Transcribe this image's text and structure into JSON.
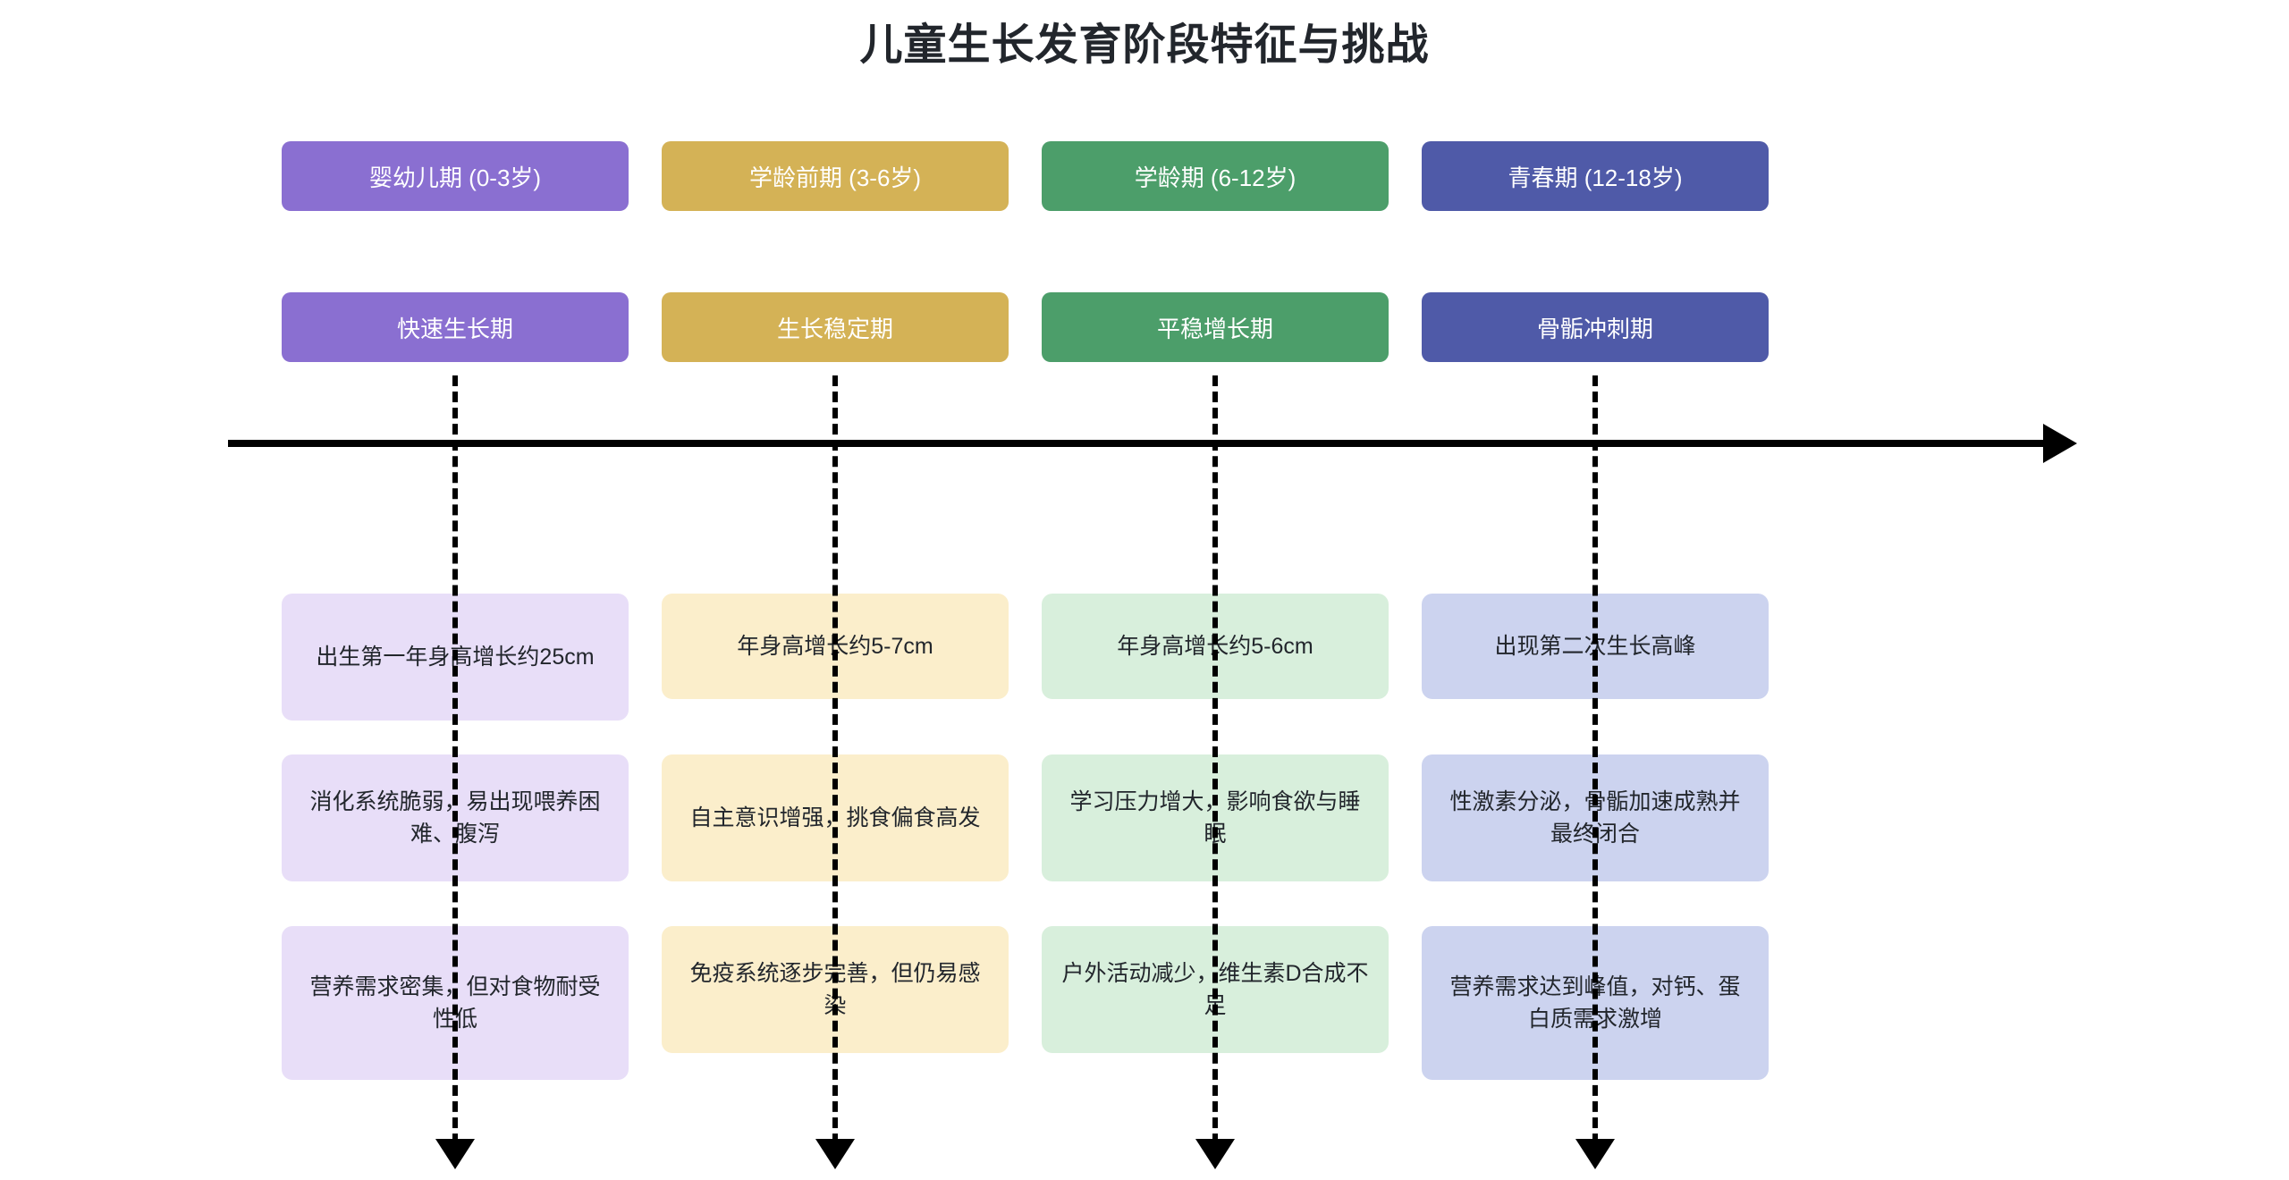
{
  "title": "儿童生长发育阶段特征与挑战",
  "axis": {
    "direction_icon": "arrow-right-icon",
    "color": "#000000"
  },
  "columns": [
    {
      "stage_label": "婴幼儿期 (0-3岁)",
      "phase_label": "快速生长期",
      "chip_color": "#8a6fd1",
      "card_color": "#e8def8",
      "down_arrow_icon": "arrow-down-icon",
      "cards": [
        "出生第一年身高增长约25cm",
        "消化系统脆弱，易出现喂养困难、腹泻",
        "营养需求密集，但对食物耐受性低"
      ]
    },
    {
      "stage_label": "学龄前期 (3-6岁)",
      "phase_label": "生长稳定期",
      "chip_color": "#d4b256",
      "card_color": "#fbeecb",
      "down_arrow_icon": "arrow-down-icon",
      "cards": [
        "年身高增长约5-7cm",
        "自主意识增强，挑食偏食高发",
        "免疫系统逐步完善，但仍易感染"
      ]
    },
    {
      "stage_label": "学龄期 (6-12岁)",
      "phase_label": "平稳增长期",
      "chip_color": "#4c9e6a",
      "card_color": "#d8efdc",
      "down_arrow_icon": "arrow-down-icon",
      "cards": [
        "年身高增长约5-6cm",
        "学习压力增大，影响食欲与睡眠",
        "户外活动减少，维生素D合成不足"
      ]
    },
    {
      "stage_label": "青春期 (12-18岁)",
      "phase_label": "骨骺冲刺期",
      "chip_color": "#4f5aa8",
      "card_color": "#ccd3ef",
      "down_arrow_icon": "arrow-down-icon",
      "cards": [
        "出现第二次生长高峰",
        "性激素分泌，骨骺加速成熟并最终闭合",
        "营养需求达到峰值，对钙、蛋白质需求激增"
      ]
    }
  ]
}
